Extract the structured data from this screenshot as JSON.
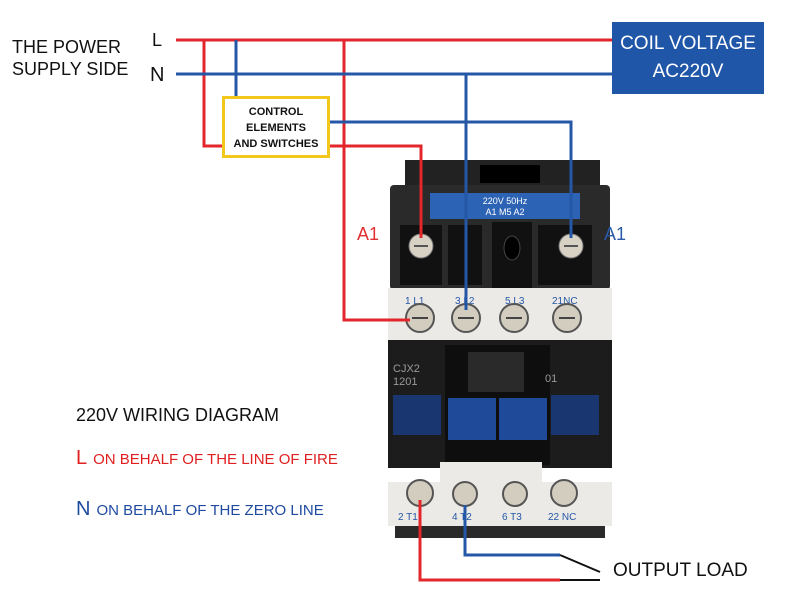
{
  "supply_side": {
    "line1": "THE POWER",
    "line2": "SUPPLY SIDE",
    "l": "L",
    "n": "N"
  },
  "coil_voltage": {
    "line1": "COIL VOLTAGE",
    "line2": "AC220V"
  },
  "control_box": {
    "line1": "CONTROL",
    "line2": "ELEMENTS",
    "line3": "AND SWITCHES"
  },
  "coil_labels": {
    "a1_left": "A1",
    "a1_right": "A1"
  },
  "contactor": {
    "rating": "220V 50Hz",
    "coil_terminals": "A1  M5  A2",
    "top_terminals": [
      "1 L1",
      "3 L2",
      "5 L3",
      "21NC"
    ],
    "bottom_terminals": [
      "2 T1",
      "4 T2",
      "6 T3",
      "22 NC"
    ],
    "model": "CJX2",
    "model_number": "1201",
    "code": "01"
  },
  "legend": {
    "title": "220V WIRING DIAGRAM",
    "l_letter": "L",
    "l_text": "ON BEHALF OF THE LINE OF FIRE",
    "n_letter": "N",
    "n_text": "ON BEHALF OF THE ZERO LINE"
  },
  "output_load": "OUTPUT LOAD",
  "colors": {
    "live_wire": "#e3262b",
    "neutral_wire": "#2457a6",
    "coil_box": "#1f56a8",
    "control_border": "#f2c81c"
  }
}
